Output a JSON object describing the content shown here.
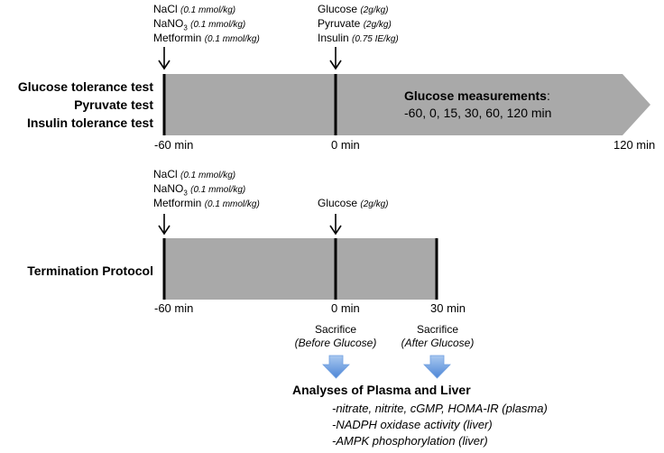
{
  "colors": {
    "bar": "#a9a9a9",
    "line": "#000000",
    "arrow_light": "#a9c8f0",
    "arrow_dark": "#4d86d6"
  },
  "top": {
    "doses_left": [
      {
        "name": "NaCl",
        "dose": "(0.1 mmol/kg)"
      },
      {
        "name": "NaNO",
        "sub": "3",
        "dose": "(0.1 mmol/kg)"
      },
      {
        "name": "Metformin",
        "dose": "(0.1 mmol/kg)"
      }
    ],
    "doses_mid": [
      {
        "name": "Glucose",
        "dose": "(2g/kg)"
      },
      {
        "name": "Pyruvate",
        "dose": "(2g/kg)"
      },
      {
        "name": "Insulin",
        "dose": "(0.75 IE/kg)"
      }
    ],
    "row_labels": [
      "Glucose tolerance test",
      "Pyruvate test",
      "Insulin tolerance test"
    ],
    "measure_title": "Glucose measurements",
    "measure_colon": ":",
    "measure_times": "-60, 0, 15, 30, 60, 120 min",
    "ticks": [
      "-60 min",
      "0 min",
      "120 min"
    ]
  },
  "bottom": {
    "doses_left": [
      {
        "name": "NaCl",
        "dose": "(0.1 mmol/kg)"
      },
      {
        "name": "NaNO",
        "sub": "3",
        "dose": "(0.1 mmol/kg)"
      },
      {
        "name": "Metformin",
        "dose": "(0.1 mmol/kg)"
      }
    ],
    "doses_mid": [
      {
        "name": "Glucose",
        "dose": "(2g/kg)"
      }
    ],
    "row_label": "Termination Protocol",
    "ticks": [
      "-60 min",
      "0 min",
      "30 min"
    ],
    "sacrifice_1": {
      "title": "Sacrifice",
      "sub": "(Before Glucose)"
    },
    "sacrifice_2": {
      "title": "Sacrifice",
      "sub": "(After Glucose)"
    },
    "analyses_title": "Analyses of Plasma and Liver",
    "analyses": [
      "-nitrate, nitrite, cGMP, HOMA-IR (plasma)",
      "-NADPH oxidase activity (liver)",
      "-AMPK phosphorylation (liver)"
    ]
  }
}
